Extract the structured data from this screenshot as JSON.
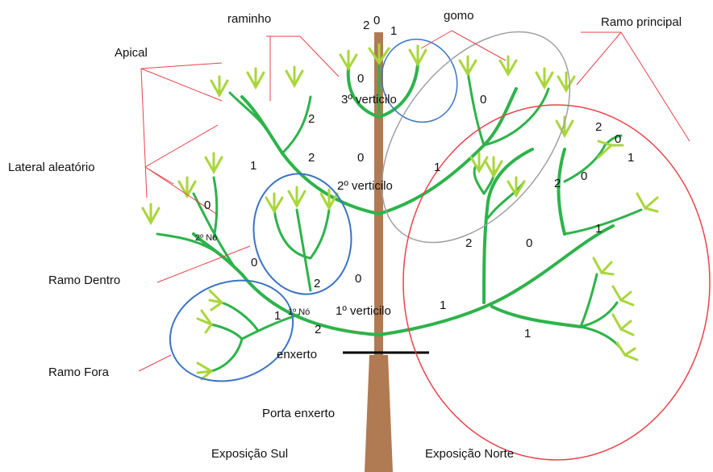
{
  "labels": {
    "raminho": "raminho",
    "gomo": "gomo",
    "ramo_principal": "Ramo principal",
    "apical": "Apical",
    "lateral_aleatorio": "Lateral aleatório",
    "ramo_dentro": "Ramo Dentro",
    "ramo_fora": "Ramo Fora",
    "enxerto": "enxerto",
    "porta_enxerto": "Porta enxerto",
    "exposicao_sul": "Exposição Sul",
    "exposicao_norte": "Exposição Norte",
    "verticilo_3": "3º verticilo",
    "verticilo_2": "2º verticilo",
    "verticilo_1": "1º verticilo",
    "no_2": "2º Nó",
    "no_1": "1º Nó"
  },
  "orders": {
    "top_2": "2",
    "top_0": "0",
    "top_1": "1",
    "v3_left_0": "0",
    "v3_right_0": "0",
    "left_upper_2": "2",
    "left_mid_2": "2",
    "left_mid_1": "1",
    "center_0": "0",
    "right_1": "1",
    "far_right_2a": "2",
    "far_right_0a": "0",
    "far_right_1a": "1",
    "far_right_0b": "0",
    "far_right_2b": "2",
    "far_right_1b": "1",
    "right_mid_2": "2",
    "right_mid_0": "0",
    "left_lower_0": "0",
    "dentro_0": "0",
    "dentro_2": "2",
    "trunk_0": "0",
    "right_low_1": "1",
    "right_bottom_1": "1",
    "fora_1": "1",
    "fora_2": "2"
  },
  "colors": {
    "trunk": "#b07a52",
    "branch": "#2db34a",
    "bud": "#a9d63b",
    "leader": "#e8434a",
    "blue_circle": "#3b74c4",
    "grey_circle": "#a0a0a0",
    "red_circle": "#e8434a"
  }
}
